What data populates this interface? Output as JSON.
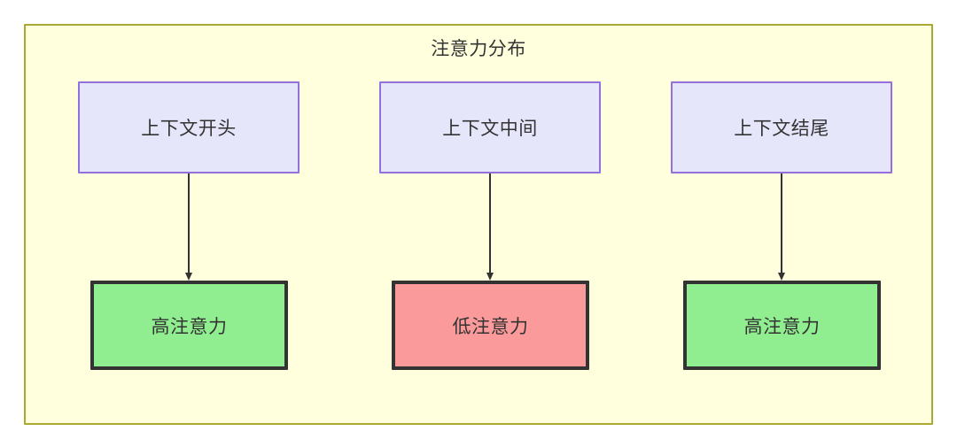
{
  "diagram": {
    "title": "注意力分布",
    "background_color": "#ffffde",
    "border_color": "#aaaa33",
    "text_color": "#333333",
    "nodes": {
      "context": [
        {
          "id": "ctx-start",
          "label": "上下文开头",
          "fill": "#e6e6fa",
          "stroke": "#9370db"
        },
        {
          "id": "ctx-middle",
          "label": "上下文中间",
          "fill": "#e6e6fa",
          "stroke": "#9370db"
        },
        {
          "id": "ctx-end",
          "label": "上下文结尾",
          "fill": "#e6e6fa",
          "stroke": "#9370db"
        }
      ],
      "attention": [
        {
          "id": "att-high-start",
          "label": "高注意力",
          "fill": "#90ee90",
          "stroke": "#333333"
        },
        {
          "id": "att-low-middle",
          "label": "低注意力",
          "fill": "#fa9a9a",
          "stroke": "#333333"
        },
        {
          "id": "att-high-end",
          "label": "高注意力",
          "fill": "#90ee90",
          "stroke": "#333333"
        }
      ]
    },
    "edges": [
      {
        "from": "ctx-start",
        "to": "att-high-start",
        "style": "arrow"
      },
      {
        "from": "ctx-middle",
        "to": "att-low-middle",
        "style": "arrow"
      },
      {
        "from": "ctx-end",
        "to": "att-high-end",
        "style": "arrow"
      }
    ]
  }
}
